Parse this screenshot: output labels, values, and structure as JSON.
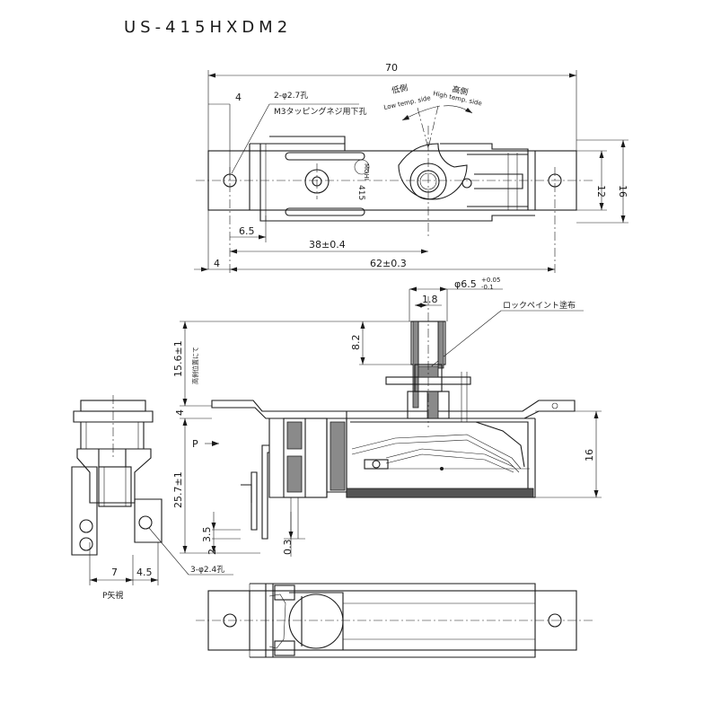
{
  "title": "US-415HXDM2",
  "top_view": {
    "dim_overall": "70",
    "dim_hole_offset": "4",
    "note_holes": "2-φ2.7孔",
    "note_tap": "M3タッピングネジ用下孔",
    "label_low_jp": "低側",
    "label_low_en": "Low temp. side",
    "label_high_jp": "高側",
    "label_high_en": "High temp. side",
    "marking_logo": "MOHI",
    "marking_num": "415",
    "dim_width_inner": "12",
    "dim_width_outer": "16",
    "dim_6_5": "6.5",
    "dim_38": "38±0.4",
    "dim_4_bottom": "4",
    "dim_62": "62±0.3"
  },
  "side_view": {
    "dim_shaft_dia": "φ6.5",
    "dim_shaft_tol_upper": "+0.05",
    "dim_shaft_tol_lower": "-0.1",
    "dim_1_8": "1.8",
    "note_lock_paint": "ロックペイント塗布",
    "dim_8_2": "8.2",
    "dim_15_6": "15.6±1",
    "note_position": "高側位置にて",
    "dim_4": "4",
    "arrow_p": "P",
    "dim_16": "16",
    "dim_25_7": "25.7±1",
    "dim_3_5": "3.5",
    "dim_2": "2",
    "dim_0_3": "0.3"
  },
  "p_view": {
    "dim_7": "7",
    "dim_4_5": "4.5",
    "note_holes": "3-φ2.4孔",
    "caption": "P矢視"
  }
}
